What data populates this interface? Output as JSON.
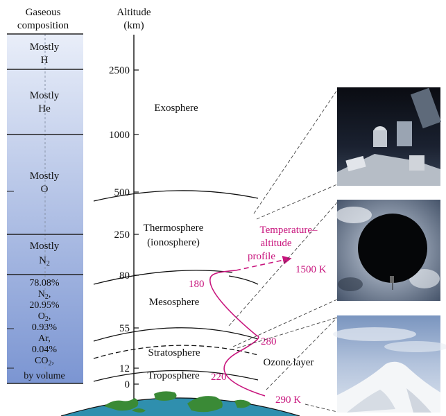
{
  "composition": {
    "header": [
      "Gaseous",
      "composition"
    ],
    "layers": [
      {
        "lines": [
          "Mostly",
          "H"
        ]
      },
      {
        "lines": [
          "Mostly",
          "He"
        ]
      },
      {
        "lines": [
          "Mostly",
          "O"
        ]
      },
      {
        "lines": [
          "Mostly",
          "N2"
        ]
      },
      {
        "lines": [
          "78.08%",
          "N2,",
          "20.95%",
          "O2,",
          "0.93%",
          "Ar,",
          "0.04%",
          "CO2,",
          "by volume"
        ]
      }
    ]
  },
  "altitude_axis": {
    "header": [
      "Altitude",
      "(km)"
    ],
    "ticks": [
      "2500",
      "1000",
      "500",
      "250",
      "80",
      "55",
      "12",
      "0"
    ]
  },
  "regions": {
    "exosphere": "Exosphere",
    "thermosphere": "Thermosphere",
    "ionosphere": "(ionosphere)",
    "mesosphere": "Mesosphere",
    "stratosphere": "Stratosphere",
    "troposphere": "Troposphere",
    "ozone": "Ozone layer"
  },
  "profile": {
    "label": [
      "Temperature–",
      "altitude",
      "profile"
    ],
    "points": [
      "180",
      "280",
      "220",
      "290 K",
      "1500 K"
    ]
  },
  "colors": {
    "accent": "#c8157d",
    "column_top": "#e6ecf8",
    "column_bottom": "#7f98d4",
    "earth_water": "#2f8fae",
    "earth_land": "#3a8a36"
  }
}
